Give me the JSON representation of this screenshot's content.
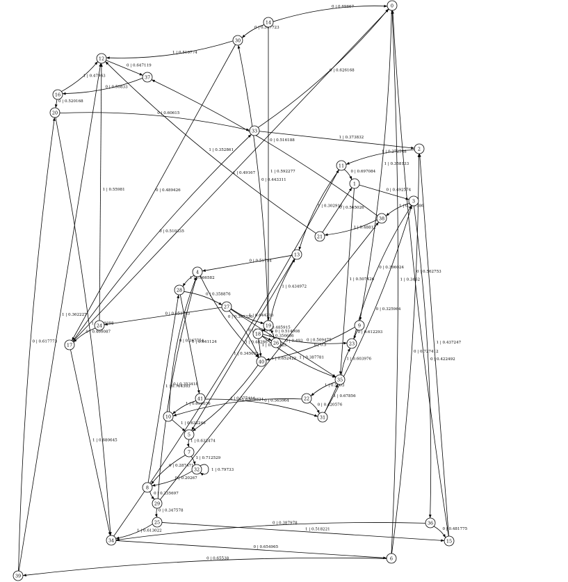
{
  "nodes": [
    "0",
    "1",
    "2",
    "3",
    "4",
    "5",
    "6",
    "7",
    "8",
    "9",
    "10",
    "11",
    "12",
    "13",
    "14",
    "15",
    "16",
    "17",
    "18",
    "19",
    "20",
    "21",
    "22",
    "23",
    "24",
    "25",
    "26",
    "27",
    "28",
    "29",
    "30",
    "31",
    "32",
    "33",
    "34",
    "35",
    "36",
    "37",
    "38",
    "39",
    "40",
    "41"
  ],
  "edges": [
    {
      "from": "14",
      "to": "0",
      "label": "0 | 0.69667"
    },
    {
      "from": "17",
      "to": "0",
      "label": "1 | 0.49167"
    },
    {
      "from": "14",
      "to": "30",
      "label": "0 | 0.507723"
    },
    {
      "from": "30",
      "to": "12",
      "label": "1 | 0.510774"
    },
    {
      "from": "12",
      "to": "37",
      "label": "0 | 0.647119"
    },
    {
      "from": "16",
      "to": "12",
      "label": "1 | 0.47963"
    },
    {
      "from": "37",
      "to": "16",
      "label": "0 | 0.50833"
    },
    {
      "from": "16",
      "to": "20",
      "label": "0 | 0.520168"
    },
    {
      "from": "33",
      "to": "0",
      "label": "0 | 0.626168"
    },
    {
      "from": "20",
      "to": "33",
      "label": "0 | 0.60615"
    },
    {
      "from": "33",
      "to": "2",
      "label": "1 | 0.373832"
    },
    {
      "from": "2",
      "to": "11",
      "label": "1 | 0.272548"
    },
    {
      "from": "11",
      "to": "1",
      "label": "0 | 0.697084"
    },
    {
      "from": "1",
      "to": "3",
      "label": "0 | 0.492574"
    },
    {
      "from": "3",
      "to": "38",
      "label": "1 | 0.577386"
    },
    {
      "from": "38",
      "to": "21",
      "label": "1 | 0.48812"
    },
    {
      "from": "21",
      "to": "1",
      "label": "0 | 0.565026"
    },
    {
      "from": "11",
      "to": "13",
      "label": "1 | 0.302916"
    },
    {
      "from": "21",
      "to": "12",
      "label": "1 | 0.352861"
    },
    {
      "from": "24",
      "to": "12",
      "label": "1 | 0.55981"
    },
    {
      "from": "38",
      "to": "37",
      "label": "0 | 0.516188"
    },
    {
      "from": "0",
      "to": "9",
      "label": "1 | 0.358133"
    },
    {
      "from": "14",
      "to": "19",
      "label": "1 | 0.592277"
    },
    {
      "from": "19",
      "to": "30",
      "label": "0 | 0.443311"
    },
    {
      "from": "19",
      "to": "13",
      "label": "1 | 0.434972"
    },
    {
      "from": "13",
      "to": "4",
      "label": "0 | 0.51714"
    },
    {
      "from": "4",
      "to": "28",
      "label": "1 | 0.666582"
    },
    {
      "from": "28",
      "to": "27",
      "label": "0 | 0.358876"
    },
    {
      "from": "27",
      "to": "24",
      "label": "0 | 0.353783"
    },
    {
      "from": "24",
      "to": "17",
      "label": "0 | 0.460087"
    },
    {
      "from": "17",
      "to": "33",
      "label": "0 | 0.510335"
    },
    {
      "from": "30",
      "to": "17",
      "label": "0 | 0.489426"
    },
    {
      "from": "27",
      "to": "19",
      "label": "1 | 0.644215"
    },
    {
      "from": "19",
      "to": "18",
      "label": "1 | 0.485915"
    },
    {
      "from": "18",
      "to": "26",
      "label": "0 | 0.356686"
    },
    {
      "from": "26",
      "to": "19",
      "label": "0 | 0.514008"
    },
    {
      "from": "27",
      "to": "40",
      "label": "0 | 0.422546"
    },
    {
      "from": "18",
      "to": "40",
      "label": "1 | 0.494925"
    },
    {
      "from": "4",
      "to": "40",
      "label": "0 | 0.367326"
    },
    {
      "from": "9",
      "to": "40",
      "label": "0 | 0.5"
    },
    {
      "from": "9",
      "to": "23",
      "label": "0 | 0.612293"
    },
    {
      "from": "18",
      "to": "23",
      "label": "0 | 0.509475"
    },
    {
      "from": "40",
      "to": "5",
      "label": "1 | 0.577414"
    },
    {
      "from": "27",
      "to": "35",
      "label": "0 | 0.493"
    },
    {
      "from": "18",
      "to": "35",
      "label": "1 | 0.387781"
    },
    {
      "from": "23",
      "to": "3",
      "label": "0 | 0.396024"
    },
    {
      "from": "1",
      "to": "35",
      "label": "1 | 0.507426"
    },
    {
      "from": "35",
      "to": "22",
      "label": "1 | 0.5603"
    },
    {
      "from": "22",
      "to": "31",
      "label": "0 | 0.420576"
    },
    {
      "from": "31",
      "to": "35",
      "label": "1 | 0.67856"
    },
    {
      "from": "31",
      "to": "3",
      "label": "0 | 0.325964"
    },
    {
      "from": "35",
      "to": "23",
      "label": "1 | 0.603976"
    },
    {
      "from": "28",
      "to": "41",
      "label": "1 | 0.641124"
    },
    {
      "from": "41",
      "to": "10",
      "label": "1 | 0.696036"
    },
    {
      "from": "41",
      "to": "31",
      "label": "0 | 0.565964"
    },
    {
      "from": "10",
      "to": "5",
      "label": "1 | 0.632246"
    },
    {
      "from": "22",
      "to": "10",
      "label": "1 | 0.579624"
    },
    {
      "from": "10",
      "to": "4",
      "label": "0 | 0.367754"
    },
    {
      "from": "13",
      "to": "5",
      "label": "1 | 0.48286"
    },
    {
      "from": "5",
      "to": "7",
      "label": "1 | 0.632474"
    },
    {
      "from": "7",
      "to": "32",
      "label": "1 | 0.712529"
    },
    {
      "from": "32",
      "to": "32",
      "label": "1 | 0.79733"
    },
    {
      "from": "7",
      "to": "8",
      "label": "0 | 0.287471"
    },
    {
      "from": "32",
      "to": "8",
      "label": "0 | 0.20267"
    },
    {
      "from": "8",
      "to": "28",
      "label": "1 | 0.764303"
    },
    {
      "from": "8",
      "to": "29",
      "label": "0 | 0.235697"
    },
    {
      "from": "29",
      "to": "4",
      "label": "0 | 0.353418"
    },
    {
      "from": "29",
      "to": "38",
      "label": "1 | 0.652422"
    },
    {
      "from": "29",
      "to": "25",
      "label": "0 | 0.347578"
    },
    {
      "from": "25",
      "to": "34",
      "label": "1 | 0.613022"
    },
    {
      "from": "25",
      "to": "15",
      "label": "1 | 0.518221"
    },
    {
      "from": "36",
      "to": "34",
      "label": "0 | 0.387978"
    },
    {
      "from": "36",
      "to": "15",
      "label": "0 | 0.481775"
    },
    {
      "from": "34",
      "to": "6",
      "label": "0 | 0.654965"
    },
    {
      "from": "34",
      "to": "11",
      "label": "1 | 0.345035"
    },
    {
      "from": "20",
      "to": "34",
      "label": "1 | 0.39388"
    },
    {
      "from": "17",
      "to": "34",
      "label": "1 | 0.680645"
    },
    {
      "from": "6",
      "to": "39",
      "label": "0 | 0.65538"
    },
    {
      "from": "39",
      "to": "20",
      "label": "0 | 0.617773"
    },
    {
      "from": "39",
      "to": "12",
      "label": "1 | 0.362227"
    },
    {
      "from": "6",
      "to": "0",
      "label": "1 | 0.3462"
    },
    {
      "from": "15",
      "to": "0",
      "label": "0 | 0.562753"
    },
    {
      "from": "15",
      "to": "2",
      "label": "1 | 0.437247"
    },
    {
      "from": "6",
      "to": "2",
      "label": "0 | 0.727412"
    },
    {
      "from": "3",
      "to": "36",
      "label": "0 | 0.422492"
    }
  ]
}
